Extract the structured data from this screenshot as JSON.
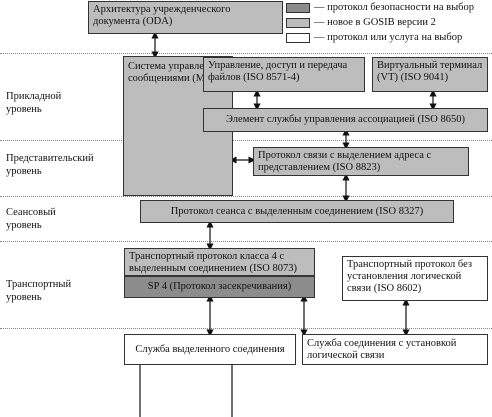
{
  "legend": {
    "items": [
      {
        "label": "— протокол безопасности на выбор",
        "color": "#8c8c8c"
      },
      {
        "label": "— новое в GOSIB версии 2",
        "color": "#bdbdbd"
      },
      {
        "label": "— протокол или услуга на выбор",
        "color": "#ffffff"
      }
    ]
  },
  "layers": {
    "application": "Прикладной уровень",
    "presentation": "Представительский уровень",
    "session": "Сеансовый уровень",
    "transport": "Транспортный уровень"
  },
  "boxes": {
    "oda": "Архитектура учрежденческого документа (ODA)",
    "mhs": "Система управления сообщениями (MHS)",
    "ftam": "Управление, доступ и передача файлов (ISO 8571-4)",
    "vt": "Виртуальный терминал (VT) (ISO 9041)",
    "acse": "Элемент службы управления ассоциацией (ISO 8650)",
    "presentation": "Протокол связи с выделением адреса с представлением (ISO 8823)",
    "session": "Протокол сеанса с выделенным соединением (ISO 8327)",
    "tp4": "Транспортный протокол класса 4 с выделенным соединением (ISO 8073)",
    "sp4": "SP 4 (Протокол засекречивания)",
    "cltp": "Транспортный протокол без установления логической связи (ISO 8602)",
    "cons": "Служба выделенного соединения",
    "clns": "Служба соединения с установкой логической связи"
  }
}
